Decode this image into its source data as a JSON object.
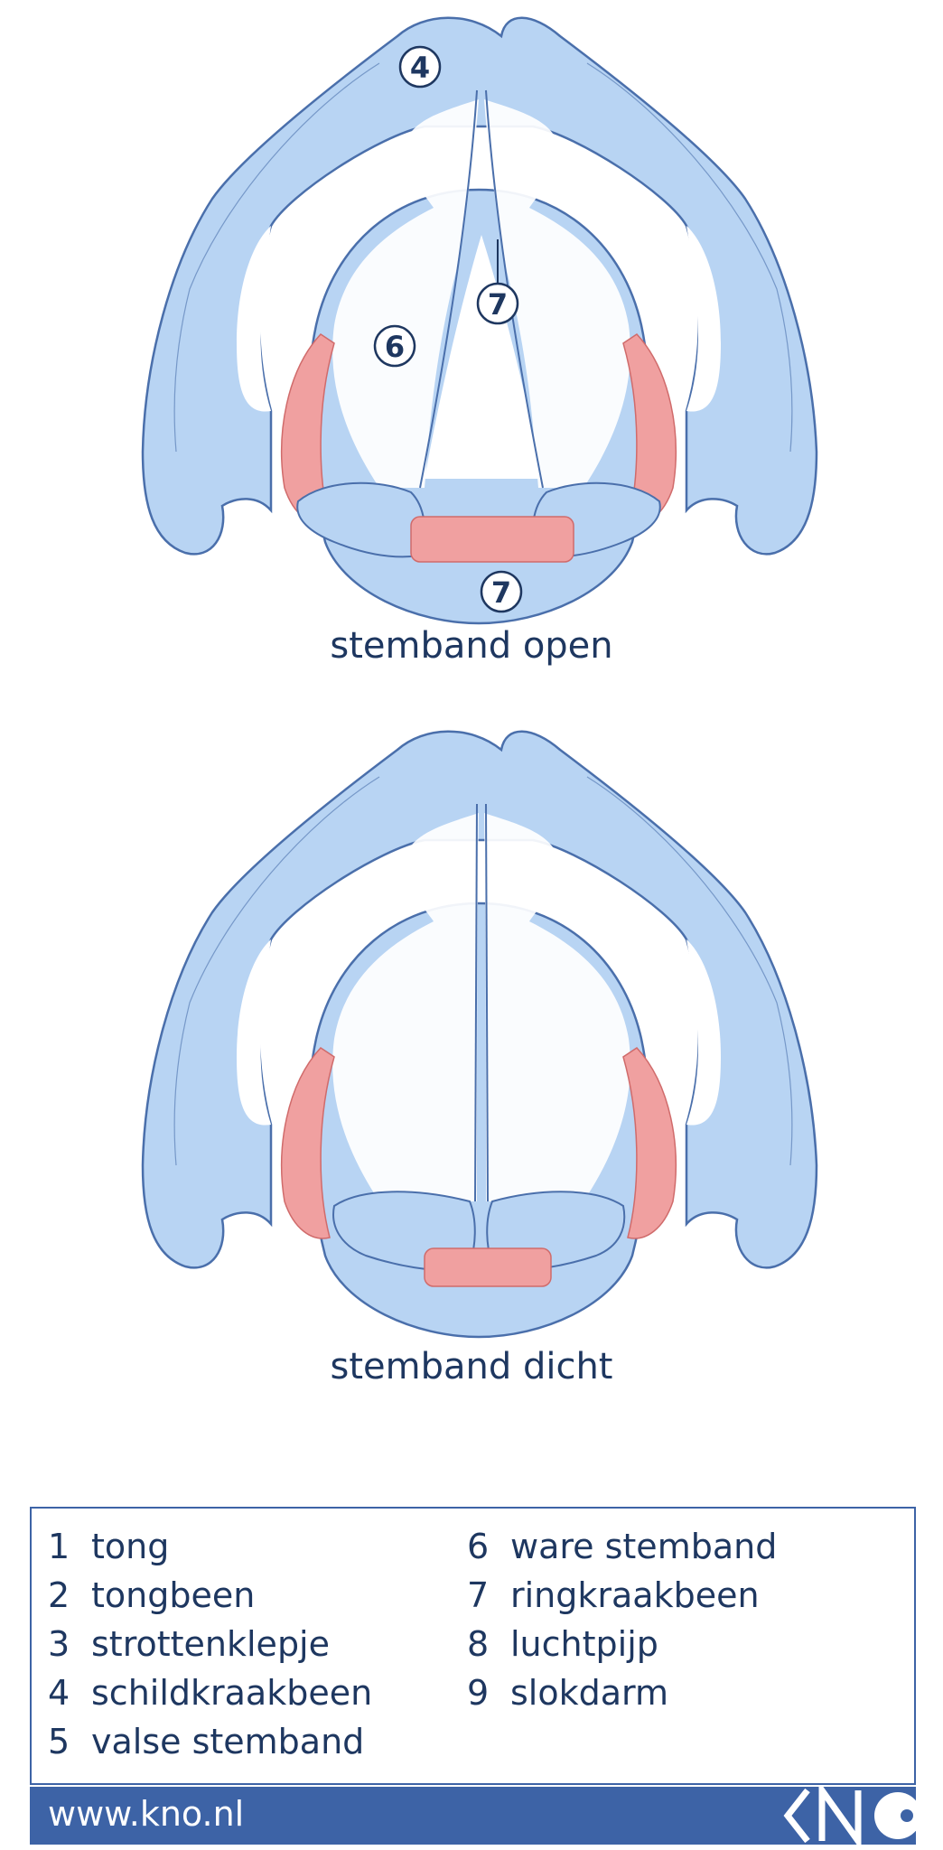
{
  "captions": {
    "open": "stemband open",
    "closed": "stemband dicht"
  },
  "markers": {
    "thyroid": "4",
    "true_fold": "6",
    "cricoid_upper": "7",
    "cricoid_lower": "7"
  },
  "legend": {
    "left": [
      {
        "num": "1",
        "label": "tong"
      },
      {
        "num": "2",
        "label": "tongbeen"
      },
      {
        "num": "3",
        "label": "strottenklepje"
      },
      {
        "num": "4",
        "label": "schildkraakbeen"
      },
      {
        "num": "5",
        "label": "valse stemband"
      }
    ],
    "right": [
      {
        "num": "6",
        "label": "ware stemband"
      },
      {
        "num": "7",
        "label": "ringkraakbeen"
      },
      {
        "num": "8",
        "label": "luchtpijp"
      },
      {
        "num": "9",
        "label": "slokdarm"
      }
    ]
  },
  "footer": {
    "url": "www.kno.nl",
    "logo": "kno-logo"
  },
  "colors": {
    "cartilage_fill": "#b8d4f3",
    "cartilage_stroke": "#4a6fab",
    "muscle": "#f0a0a0",
    "text": "#1e3760",
    "accent": "#3d63a6"
  }
}
